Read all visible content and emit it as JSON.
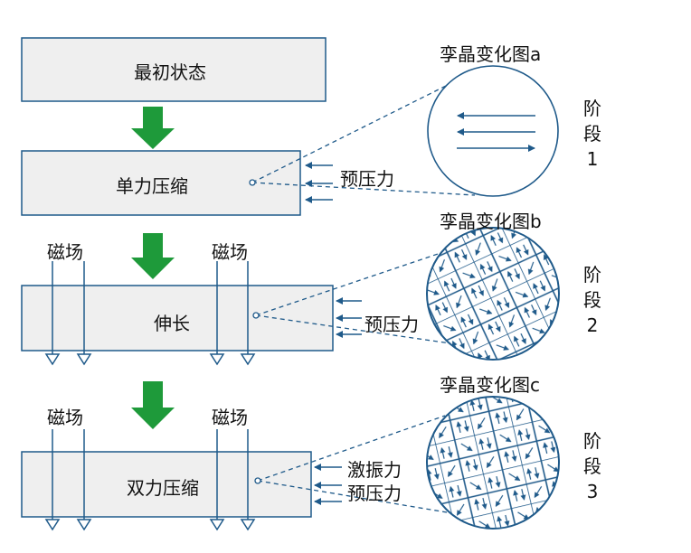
{
  "boxes": [
    {
      "label": "最初状态"
    },
    {
      "label": "单力压缩"
    },
    {
      "label": "伸长"
    },
    {
      "label": "双力压缩"
    }
  ],
  "forces": {
    "preload": "预压力",
    "excite": "激振力"
  },
  "field_label": "磁场",
  "crystal_titles": [
    "孪晶变化图a",
    "孪晶变化图b",
    "孪晶变化图c"
  ],
  "stages": [
    {
      "char1": "阶",
      "char2": "段",
      "num": "1"
    },
    {
      "char1": "阶",
      "char2": "段",
      "num": "2"
    },
    {
      "char1": "阶",
      "char2": "段",
      "num": "3"
    }
  ],
  "colors": {
    "line": "#1f5a8a",
    "box_fill": "#efefef",
    "arrow_green": "#1e9a3a"
  }
}
